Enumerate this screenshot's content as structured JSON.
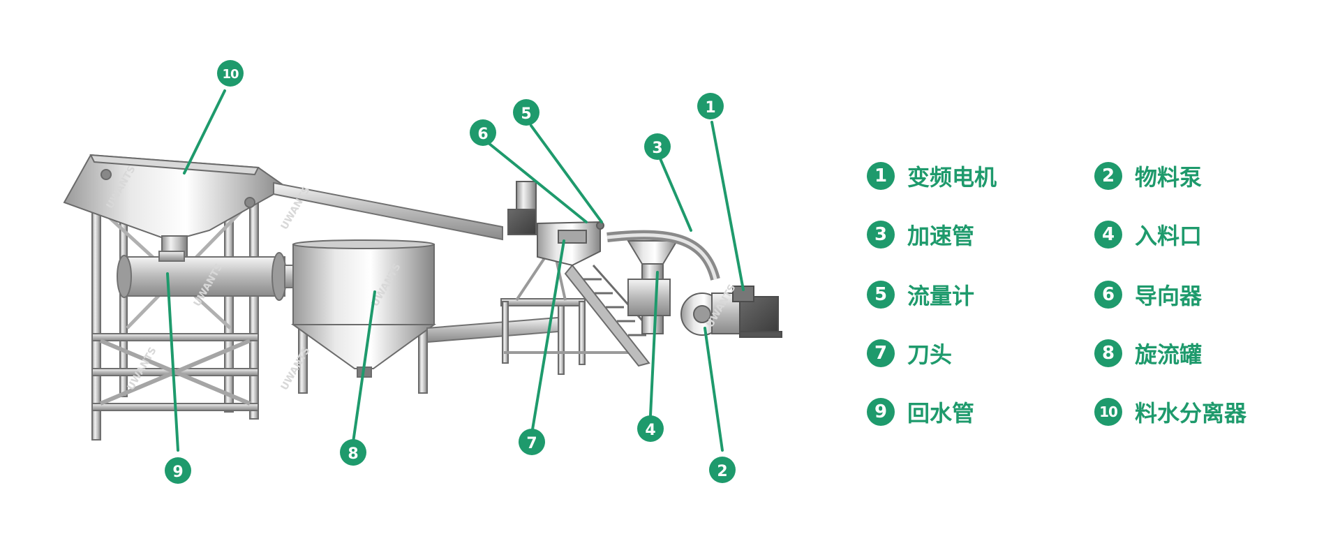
{
  "accent": "#1e9a6c",
  "watermark": "UWANTS",
  "legend": [
    {
      "num": "1",
      "label": "变频电机"
    },
    {
      "num": "2",
      "label": "物料泵"
    },
    {
      "num": "3",
      "label": "加速管"
    },
    {
      "num": "4",
      "label": "入料口"
    },
    {
      "num": "5",
      "label": "流量计"
    },
    {
      "num": "6",
      "label": "导向器"
    },
    {
      "num": "7",
      "label": "刀头"
    },
    {
      "num": "8",
      "label": "旋流罐"
    },
    {
      "num": "9",
      "label": "回水管"
    },
    {
      "num": "10",
      "label": "料水分离器"
    }
  ],
  "callouts": [
    "1",
    "2",
    "3",
    "4",
    "5",
    "6",
    "7",
    "8",
    "9",
    "10"
  ]
}
